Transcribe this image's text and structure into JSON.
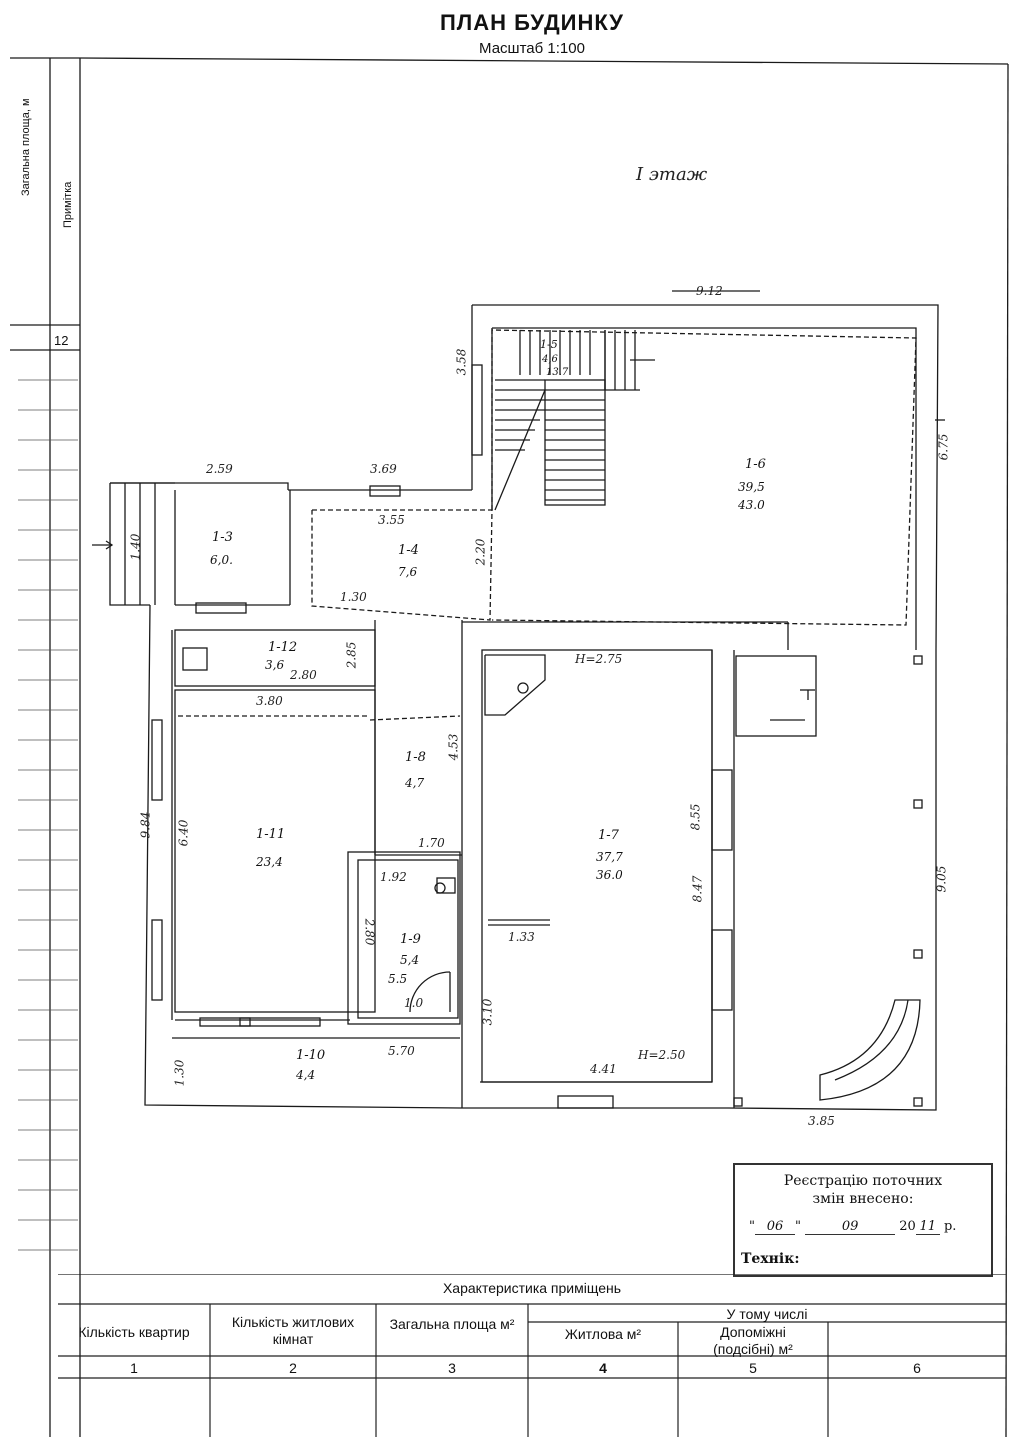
{
  "header": {
    "title": "ПЛАН БУДИНКУ",
    "scale": "Масштаб 1:100"
  },
  "side": {
    "label_top": "Загальна площа, м",
    "label_note": "Примітка",
    "cell_value": "12"
  },
  "plan": {
    "floor_label": "I этаж",
    "dims": {
      "top": "9.12",
      "left_stair": "3.58",
      "right": "6.75",
      "d259": "2.59",
      "d369": "3.69",
      "d355": "3.55",
      "d140": "1.40",
      "d220": "2.20",
      "d130": "1.30",
      "d285": "2.85",
      "d280": "2.80",
      "d380": "3.80",
      "d453": "4.53",
      "d984": "9.84",
      "d640": "6.40",
      "d170": "1.70",
      "d192": "1.92",
      "d280b": "2.80",
      "d133": "1.33",
      "d310": "3.10",
      "d570": "5.70",
      "d130b": "1.30",
      "d441": "4.41",
      "h250": "H=2.50",
      "h275": "H=2.75",
      "d855": "8.55",
      "d847": "8.47",
      "d905": "9.05",
      "d385": "3.85",
      "d10": "1.0"
    },
    "rooms": [
      {
        "num": "1-3",
        "area": "6,0."
      },
      {
        "num": "1-4",
        "area": "7,6"
      },
      {
        "num": "1-5",
        "area": "4,6",
        "area2": "13.7"
      },
      {
        "num": "1-6",
        "area": "39,5",
        "area2": "43.0"
      },
      {
        "num": "1-7",
        "area": "37,7",
        "area2": "36.0"
      },
      {
        "num": "1-8",
        "area": "4,7"
      },
      {
        "num": "1-9",
        "area": "5,4",
        "area2": "5.5"
      },
      {
        "num": "1-10",
        "area": "4,4"
      },
      {
        "num": "1-11",
        "area": "23,4"
      },
      {
        "num": "1-12",
        "area": "3,6"
      }
    ]
  },
  "stamp": {
    "line1": "Реєстрацію поточних",
    "line2": "змін внесено:",
    "date_day": "06",
    "date_month": "09",
    "date_year_prefix": "20",
    "date_year": "11",
    "date_suffix": "р.",
    "technician": "Технік:"
  },
  "table": {
    "title": "Характеристика приміщень",
    "headers": {
      "apartments": "Кількість квартир",
      "living_rooms": "Кількість житлових кімнат",
      "total_area": "Загальна площа м²",
      "including": "У тому числі",
      "living": "Житлова м²",
      "auxiliary": "Допоміжні (подсібні) м²"
    },
    "numbers": [
      "1",
      "2",
      "3",
      "4",
      "5",
      "6"
    ]
  }
}
